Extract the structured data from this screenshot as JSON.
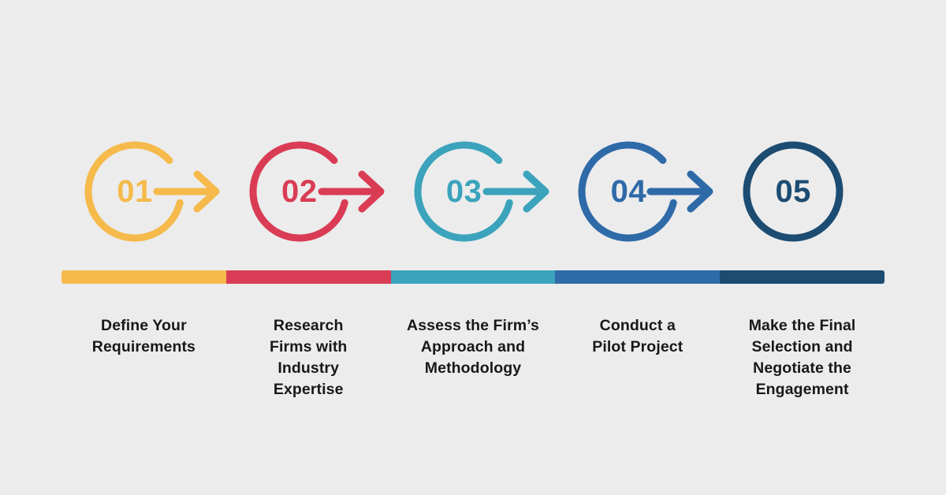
{
  "background_color": "#ECECEC",
  "text_color": "#181818",
  "steps": [
    {
      "number": "01",
      "label": "Define Your\nRequirements",
      "color": "#F5BA4B",
      "has_arrow": true,
      "circle_open": true
    },
    {
      "number": "02",
      "label": "Research\nFirms with\nIndustry\nExpertise",
      "color": "#D93C54",
      "has_arrow": true,
      "circle_open": true
    },
    {
      "number": "03",
      "label": "Assess the Firm’s\nApproach and\nMethodology",
      "color": "#3BA3BC",
      "has_arrow": true,
      "circle_open": true
    },
    {
      "number": "04",
      "label": "Conduct a\nPilot Project",
      "color": "#2E6AA8",
      "has_arrow": true,
      "circle_open": true
    },
    {
      "number": "05",
      "label": "Make the Final\nSelection and\nNegotiate the\nEngagement",
      "color": "#1C4C72",
      "has_arrow": false,
      "circle_open": false
    }
  ],
  "color_bar": {
    "segments": [
      "#F5BA4B",
      "#D93C54",
      "#3BA3BC",
      "#2E6AA8",
      "#1C4C72"
    ]
  }
}
